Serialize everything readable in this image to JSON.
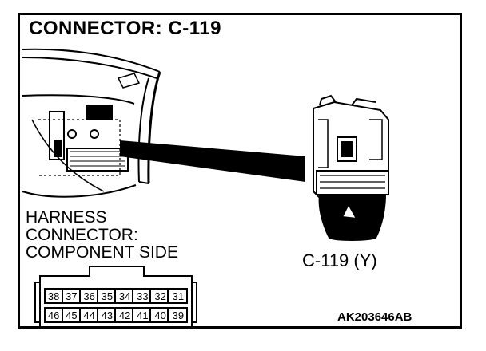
{
  "title": "CONNECTOR: C-119",
  "harness_label": {
    "line1": "HARNESS",
    "line2": "CONNECTOR:",
    "line3": "COMPONENT SIDE"
  },
  "connector_id": "C-119 (Y)",
  "ref_code": "AK203646AB",
  "pins": {
    "top_row": [
      "38",
      "37",
      "36",
      "35",
      "34",
      "33",
      "32",
      "31"
    ],
    "bottom_row": [
      "46",
      "45",
      "44",
      "43",
      "42",
      "41",
      "40",
      "39"
    ]
  },
  "colors": {
    "line": "#000000",
    "background": "#ffffff"
  }
}
